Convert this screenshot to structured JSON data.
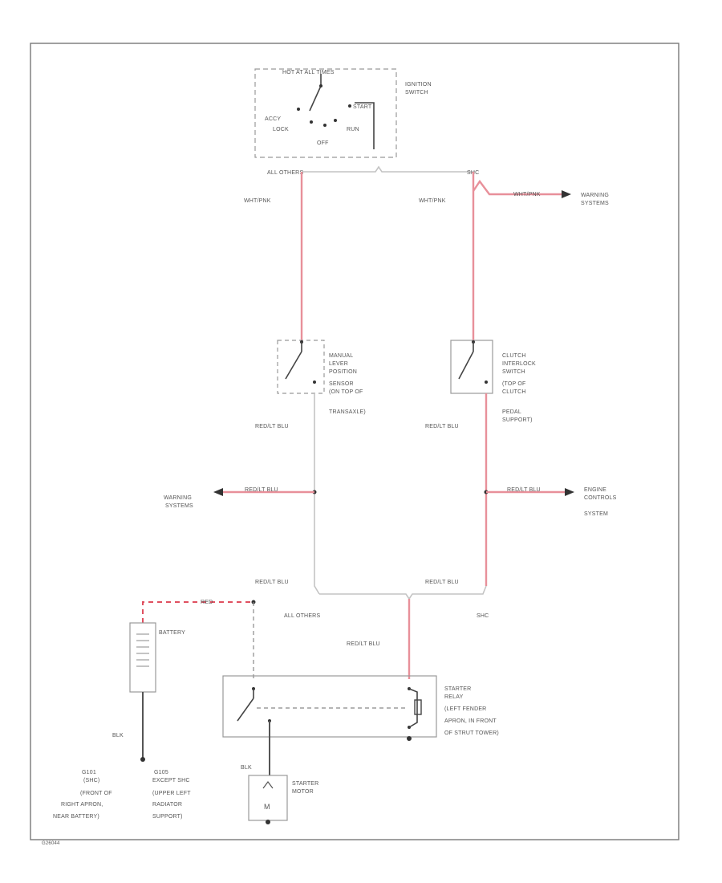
{
  "ignition": {
    "top": "HOT AT ALL TIMES",
    "name1": "IGNITION",
    "name2": "SWITCH",
    "acc": "ACCY",
    "lock": "LOCK",
    "off": "OFF",
    "start": "START",
    "run": "RUN",
    "all_others": "ALL OTHERS",
    "shc": "SHC"
  },
  "wires": {
    "wht_pnk_left": "WHT/PNK",
    "wht_pnk_right": "WHT/PNK",
    "wht_pnk_warn": "WHT/PNK",
    "red_lt_blu_1": "RED/LT BLU",
    "red_lt_blu_2": "RED/LT BLU",
    "red_lt_blu_3": "RED/LT BLU",
    "red_lt_blu_4": "RED/LT BLU",
    "red_lt_blu_5": "RED/LT BLU",
    "red_lt_blu_6": "RED/LT BLU",
    "red_lt_blu_7": "RED/LT BLU",
    "red": "RED",
    "blk_1": "BLK",
    "blk_2": "BLK"
  },
  "warning_right": {
    "l1": "WARNING",
    "l2": "SYSTEMS"
  },
  "warning_left": {
    "l1": "WARNING",
    "l2": "SYSTEMS"
  },
  "engine_controls": {
    "l1": "ENGINE",
    "l2": "CONTROLS",
    "l3": "SYSTEM"
  },
  "manual_lever": {
    "l1": "MANUAL",
    "l2": "LEVER",
    "l3": "POSITION",
    "l4": "SENSOR",
    "l5": "(ON TOP OF",
    "l6": "TRANSAXLE)"
  },
  "clutch": {
    "l1": "CLUTCH",
    "l2": "INTERLOCK",
    "l3": "SWITCH",
    "l4": "(TOP OF",
    "l5": "CLUTCH",
    "l6": "PEDAL",
    "l7": "SUPPORT)"
  },
  "split_labels": {
    "all_others": "ALL OTHERS",
    "shc": "SHC"
  },
  "battery": {
    "label": "BATTERY"
  },
  "starter_relay": {
    "l1": "STARTER",
    "l2": "RELAY",
    "l3": "(LEFT FENDER",
    "l4": "APRON, IN FRONT",
    "l5": "OF STRUT TOWER)"
  },
  "starter_motor": {
    "l1": "STARTER",
    "l2": "MOTOR",
    "symbol": "M"
  },
  "ground_g101": {
    "l1": "G101",
    "l2": "(SHC)",
    "l3": "(FRONT OF",
    "l4": "RIGHT APRON,",
    "l5": "NEAR BATTERY)"
  },
  "ground_g105": {
    "l1": "G105",
    "l2": "EXCEPT SHC",
    "l3": "(UPPER LEFT",
    "l4": "RADIATOR",
    "l5": "SUPPORT)"
  },
  "diagram_id": "G26044"
}
